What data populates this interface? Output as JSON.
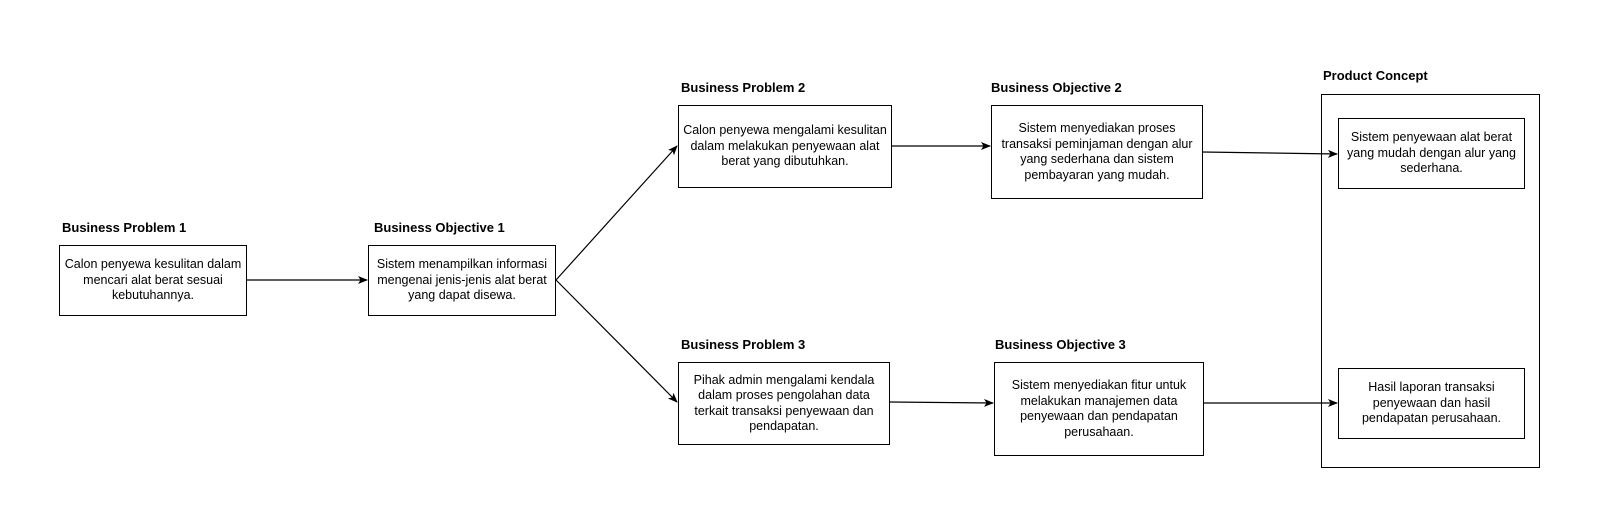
{
  "headings": {
    "bp1": "Business Problem 1",
    "bo1": "Business Objective 1",
    "bp2": "Business Problem 2",
    "bo2": "Business Objective 2",
    "bp3": "Business Problem 3",
    "bo3": "Business Objective 3",
    "concept": "Product Concept"
  },
  "boxes": {
    "bp1": "Calon penyewa kesulitan dalam mencari alat berat sesuai kebutuhannya.",
    "bo1": "Sistem menampilkan informasi mengenai jenis-jenis alat berat yang dapat disewa.",
    "bp2": "Calon penyewa mengalami kesulitan dalam melakukan penyewaan alat berat yang dibutuhkan.",
    "bo2": "Sistem menyediakan proses transaksi peminjaman dengan alur yang sederhana dan sistem pembayaran yang mudah.",
    "bp3": "Pihak admin mengalami kendala dalam proses pengolahan data terkait transaksi penyewaan dan pendapatan.",
    "bo3": "Sistem menyediakan fitur untuk melakukan manajemen data penyewaan dan pendapatan perusahaan.",
    "concept1": "Sistem penyewaan alat berat yang mudah dengan alur yang sederhana.",
    "concept2": "Hasil laporan transaksi penyewaan dan hasil pendapatan perusahaan."
  }
}
